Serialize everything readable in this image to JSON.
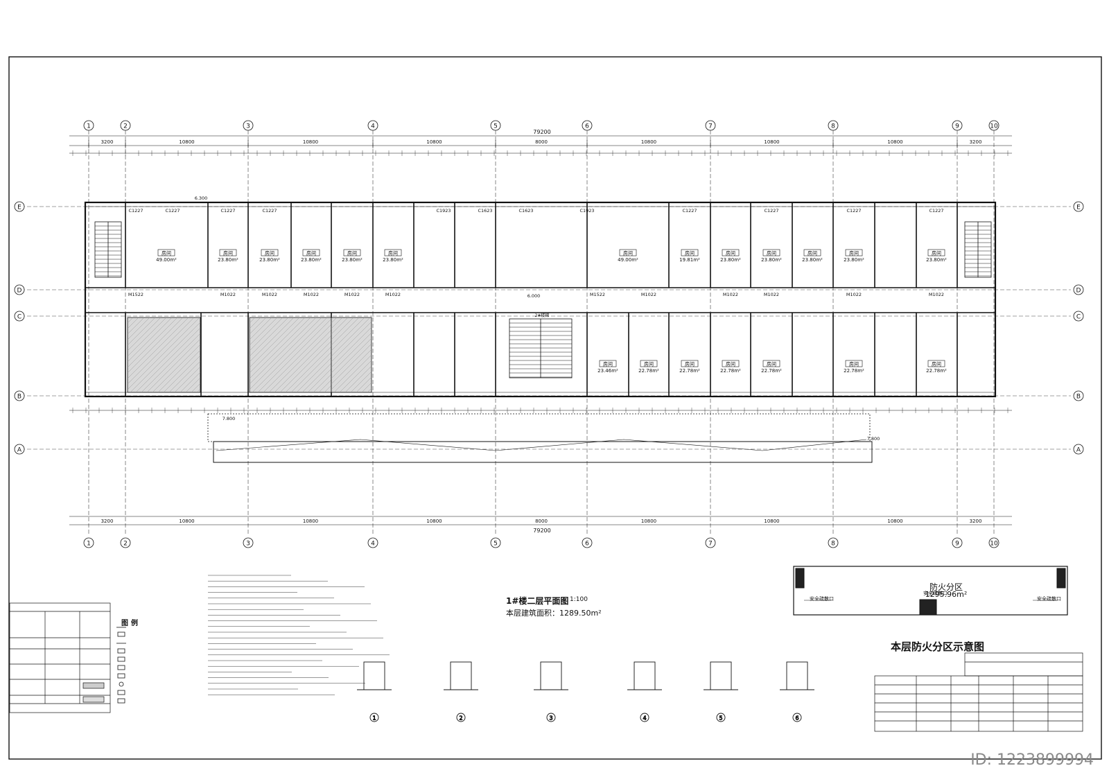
{
  "drawing": {
    "title": "1#楼二层平面图",
    "scale": "1:100",
    "area_caption": "本层建筑面积：1289.50m²",
    "overall_dim": "79200",
    "axis_labels_top": [
      "1",
      "2",
      "3",
      "4",
      "5",
      "6",
      "7",
      "8",
      "9",
      "10"
    ],
    "axis_labels_side": [
      "E",
      "D",
      "C",
      "B",
      "A"
    ],
    "bay_dims": [
      "3200",
      "10800",
      "10800",
      "10800",
      "8000",
      "10800",
      "10800",
      "10800",
      "3200"
    ],
    "room_label": "房间",
    "rooms_north": [
      "49.00m²",
      "23.80m²",
      "23.80m²",
      "23.80m²",
      "23.80m²",
      "23.80m²",
      "",
      "49.00m²",
      "19.81m²",
      "23.80m²",
      "23.80m²",
      "23.80m²",
      "23.80m²",
      "23.80m²"
    ],
    "rooms_south": [
      "23.46m²",
      "22.78m²",
      "22.78m²",
      "22.78m²",
      "22.78m²",
      "22.78m²",
      "22.78m²"
    ],
    "door_labels": [
      "M1522",
      "M1022",
      "M1022",
      "M1022",
      "M1022",
      "M1022",
      "M1522",
      "M1022",
      "M1022",
      "M1022",
      "M1022",
      "M1022"
    ],
    "window_labels": [
      "C1227",
      "C1227",
      "C1227",
      "C1227",
      "C1923",
      "C1623",
      "C1623",
      "C1923",
      "C1227",
      "C1227",
      "C1227",
      "C1227"
    ],
    "stair_label": "2#楼梯",
    "elev_main": "6.000",
    "elev_canopy": "7.800",
    "elev_roof_edge": "6.300"
  },
  "fire_zone": {
    "title": "本层防火分区示意图",
    "zone_name": "防火分区",
    "zone_area": "1295.96m²",
    "exit_label": "安全疏散口"
  },
  "legend": {
    "title": "图例"
  },
  "site_id": "ID: 1223899994",
  "colors": {
    "line": "#111111",
    "hatch": "#9a9a9a",
    "paper": "#ffffff"
  }
}
